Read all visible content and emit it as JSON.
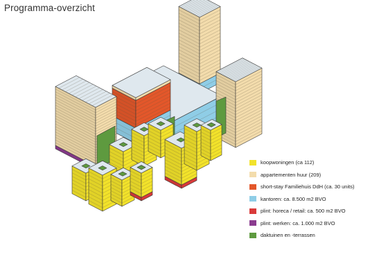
{
  "title": "Programma-overzicht",
  "legend": [
    {
      "label": "koopwoningen (ca 112)",
      "color": "#f2e22a"
    },
    {
      "label": "appartementen huur  (209)",
      "color": "#f3dcac"
    },
    {
      "label": "short-stay Familiehuis DdH (ca. 30 units)",
      "color": "#e3572a"
    },
    {
      "label": "kantoren: ca. 8.500 m2 BVO",
      "color": "#8fcde6"
    },
    {
      "label": "plint: horeca / retail: ca. 500 m2 BVO",
      "color": "#d93a3a"
    },
    {
      "label": "plint: werken: ca. 1.000 m2 BVO",
      "color": "#8b3b8f"
    },
    {
      "label": "daktuinen en -terrassen",
      "color": "#5e9a3f"
    }
  ],
  "colors": {
    "koop": "#f2e22a",
    "huur": "#f3dcac",
    "shortstay": "#e3572a",
    "kantoor": "#8fcde6",
    "horeca": "#d93a3a",
    "werken": "#8b3b8f",
    "dak": "#5e9a3f",
    "roof": "#dfe8ee"
  }
}
